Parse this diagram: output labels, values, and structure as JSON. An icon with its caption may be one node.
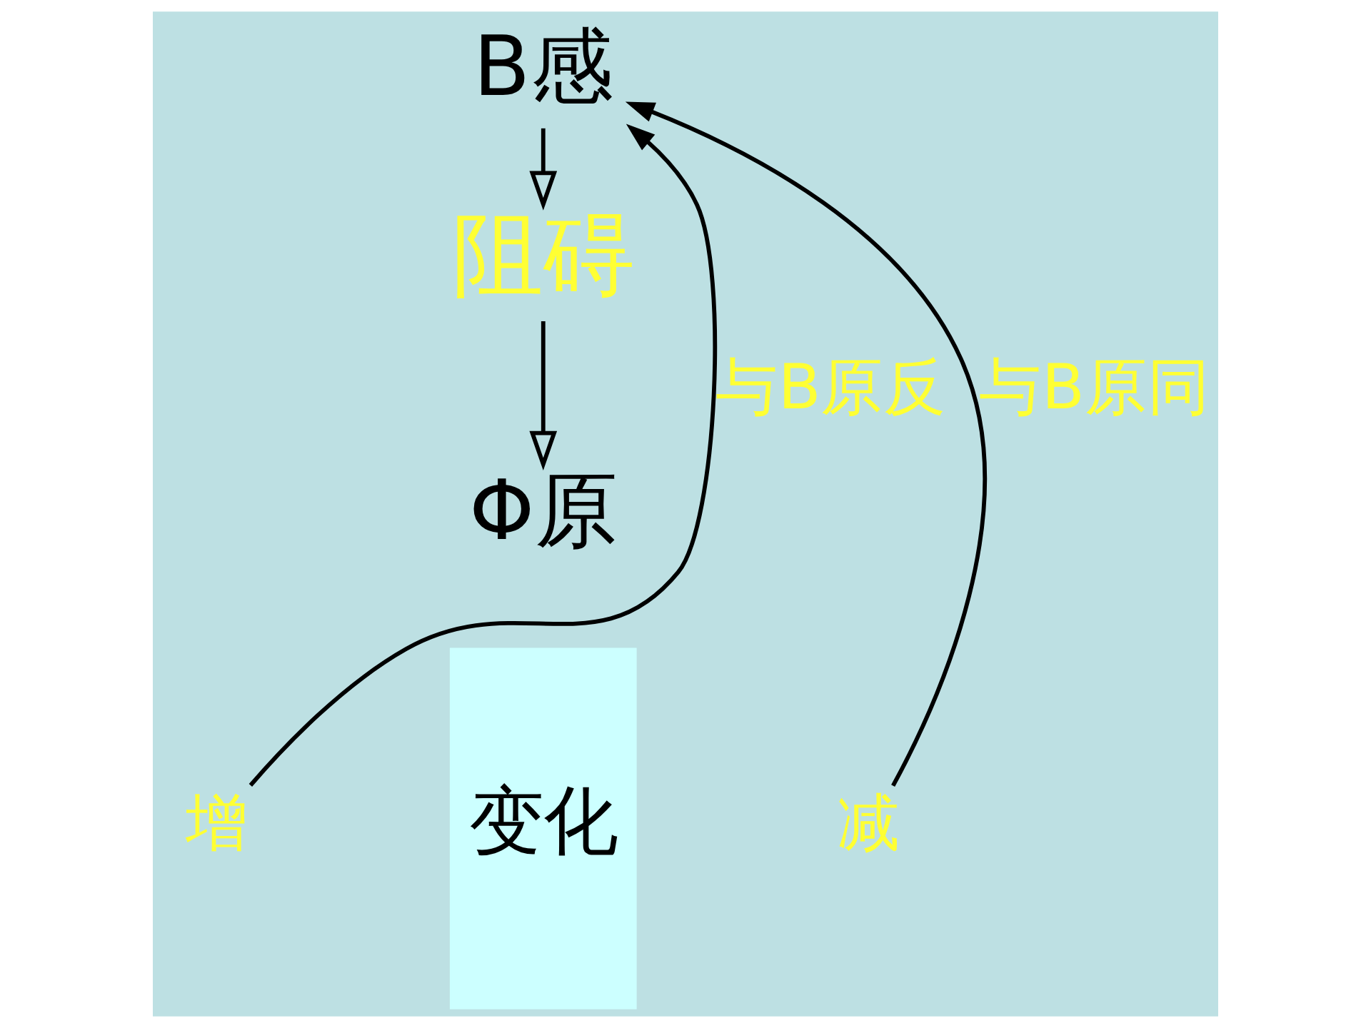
{
  "diagram": {
    "nodes": [
      {
        "text": [
          "B感"
        ]
      },
      {
        "text": [
          "阻碍"
        ]
      },
      {
        "text": [
          "Φ原"
        ]
      },
      {
        "text": [
          "增"
        ]
      },
      {
        "text": [
          "变化"
        ]
      },
      {
        "text": [
          "减"
        ]
      }
    ],
    "edges": [
      {
        "from": 0,
        "to": 1,
        "arrow": "to"
      },
      {
        "from": 1,
        "to": 2,
        "arrow": "to"
      },
      {
        "from": 3,
        "to": 0,
        "arrow": "to",
        "label": "与B原反"
      },
      {
        "from": 5,
        "to": 0,
        "arrow": "to",
        "label": "与B原同"
      }
    ]
  }
}
